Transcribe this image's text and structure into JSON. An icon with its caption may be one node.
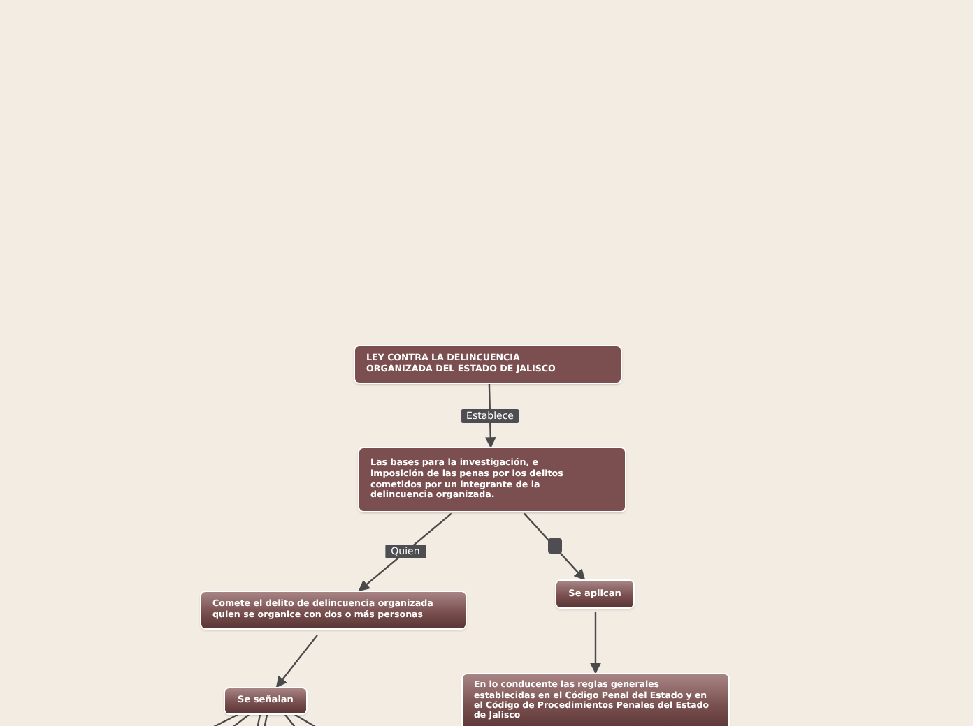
{
  "diagram": {
    "nodes": [
      {
        "text": [
          "LEY CONTRA LA DELINCUENCIA ORGANIZADA DEL ESTADO DE JALISCO"
        ]
      },
      {
        "text": [
          "Las bases para la investigación,  e imposición de las penas por los delitos cometidos por un integrante de la delincuencia organizada."
        ]
      },
      {
        "text": [
          "Comete el delito de delincuencia organizada quien se organice con dos o más personas"
        ]
      },
      {
        "text": [
          "Se aplican"
        ]
      },
      {
        "text": [
          "En lo conducente las reglas generales establecidas en el Código Penal del Estado y en el Código de Procedimientos Penales del Estado de Jalisco"
        ]
      },
      {
        "text": [
          "Se señalan"
        ]
      }
    ],
    "edges": [
      {
        "from": 0,
        "to": 1,
        "arrow": "to",
        "label": "Establece"
      },
      {
        "from": 1,
        "to": 2,
        "arrow": "to",
        "label": "Quien"
      },
      {
        "from": 1,
        "to": 3,
        "arrow": "to"
      },
      {
        "from": 3,
        "to": 4,
        "arrow": "to"
      },
      {
        "from": 2,
        "to": 5,
        "arrow": "to"
      },
      {
        "from": 5,
        "to": null,
        "arrow": "none"
      },
      {
        "from": 5,
        "to": null,
        "arrow": "none"
      },
      {
        "from": 5,
        "to": null,
        "arrow": "none"
      },
      {
        "from": 5,
        "to": null,
        "arrow": "none"
      },
      {
        "from": 5,
        "to": null,
        "arrow": "none"
      },
      {
        "from": 5,
        "to": null,
        "arrow": "none"
      }
    ]
  }
}
